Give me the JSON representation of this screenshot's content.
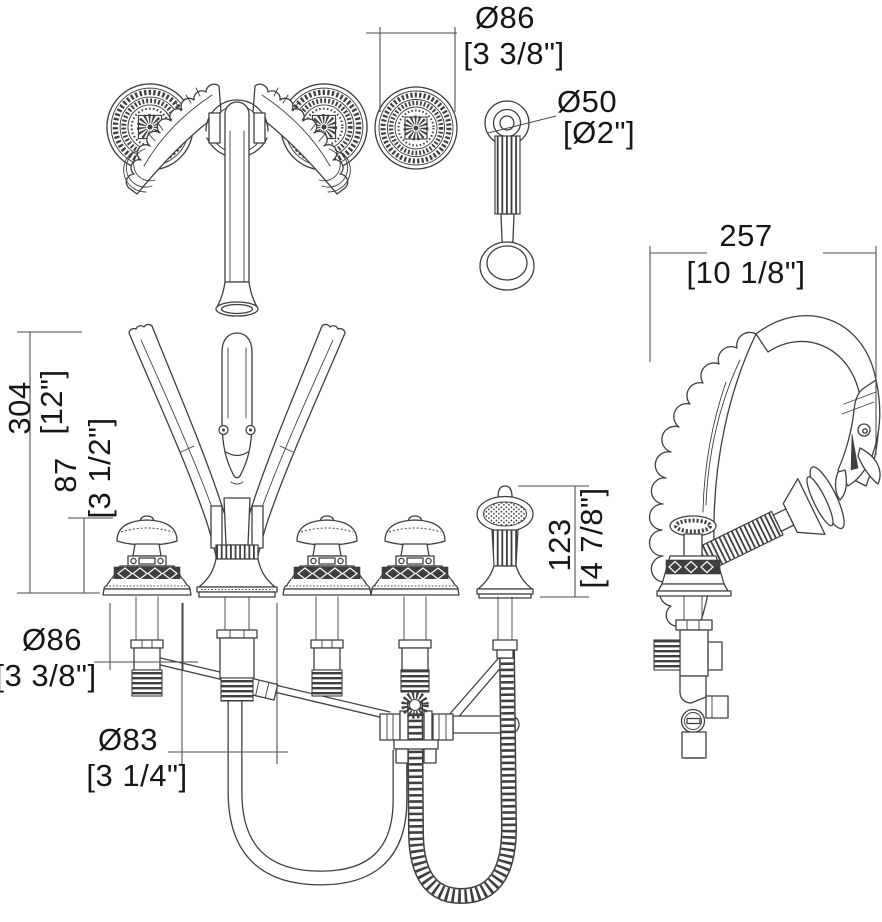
{
  "drawing": {
    "background": "#ffffff",
    "line_color": "#3f3f3f",
    "text_color": "#161616",
    "dimensions": {
      "escutcheon_top": {
        "metric": "Ø86",
        "imperial": "[3 3/8\"]"
      },
      "handshower_head": {
        "metric": "Ø50",
        "imperial": "[Ø2\"]"
      },
      "spout_reach": {
        "metric": "257",
        "imperial": "[10 1/8\"]"
      },
      "spout_height": {
        "metric": "304",
        "imperial": "[12\"]"
      },
      "handle_height": {
        "metric": "87",
        "imperial": "[3 1/2\"]"
      },
      "handshower_height": {
        "metric": "123",
        "imperial": "[4 7/8\"]"
      },
      "handle_base": {
        "metric": "Ø86",
        "imperial": "[3 3/8\"]"
      },
      "spout_base": {
        "metric": "Ø83",
        "imperial": "[3 1/4\"]"
      }
    }
  }
}
